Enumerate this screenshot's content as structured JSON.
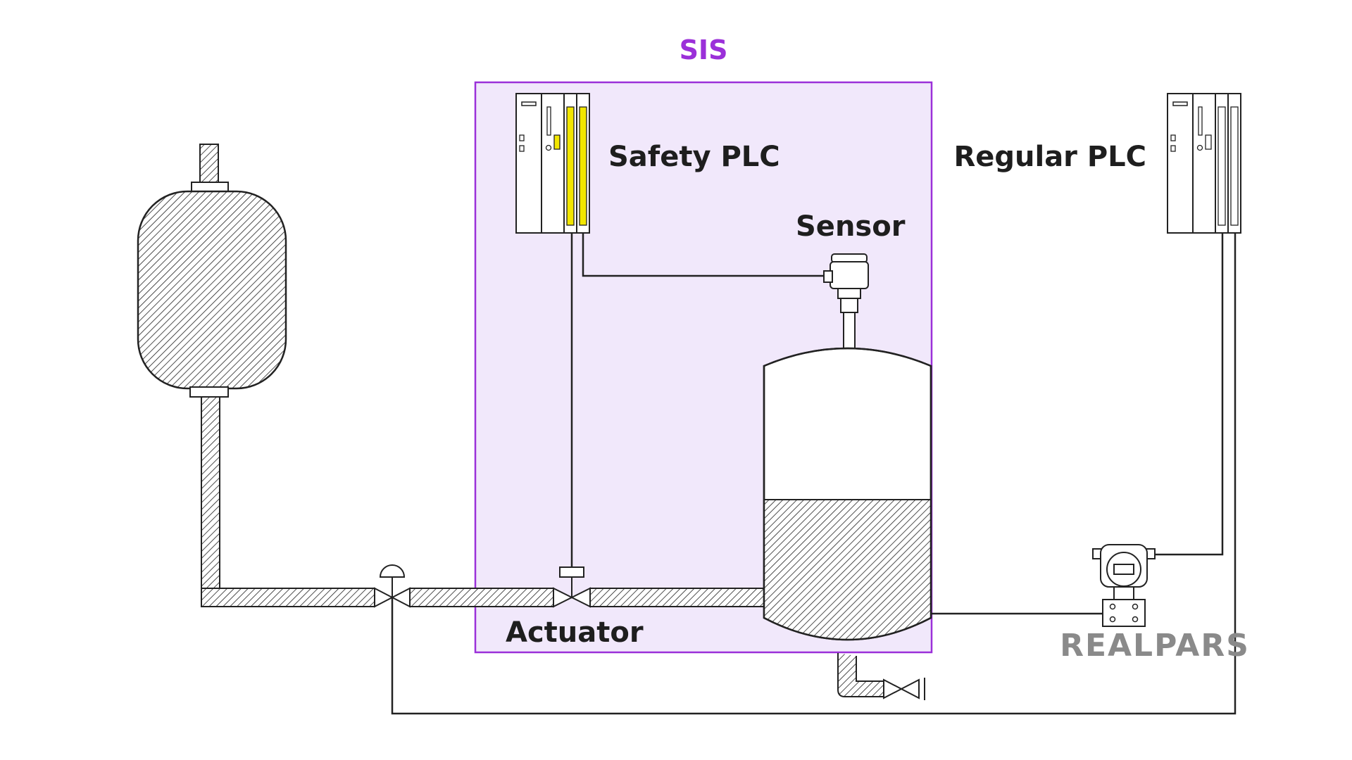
{
  "diagram": {
    "sis_label": "SIS",
    "safety_plc_label": "Safety PLC",
    "regular_plc_label": "Regular PLC",
    "sensor_label": "Sensor",
    "actuator_label": "Actuator",
    "brand_label": "REALPARS"
  },
  "colors": {
    "sis_border": "#9b30d9",
    "sis_fill": "#f1e8fb",
    "sis_text": "#9b30d9",
    "plc_indicator": "#f2e600",
    "line": "#222222",
    "brand": "#8a8a8a"
  }
}
